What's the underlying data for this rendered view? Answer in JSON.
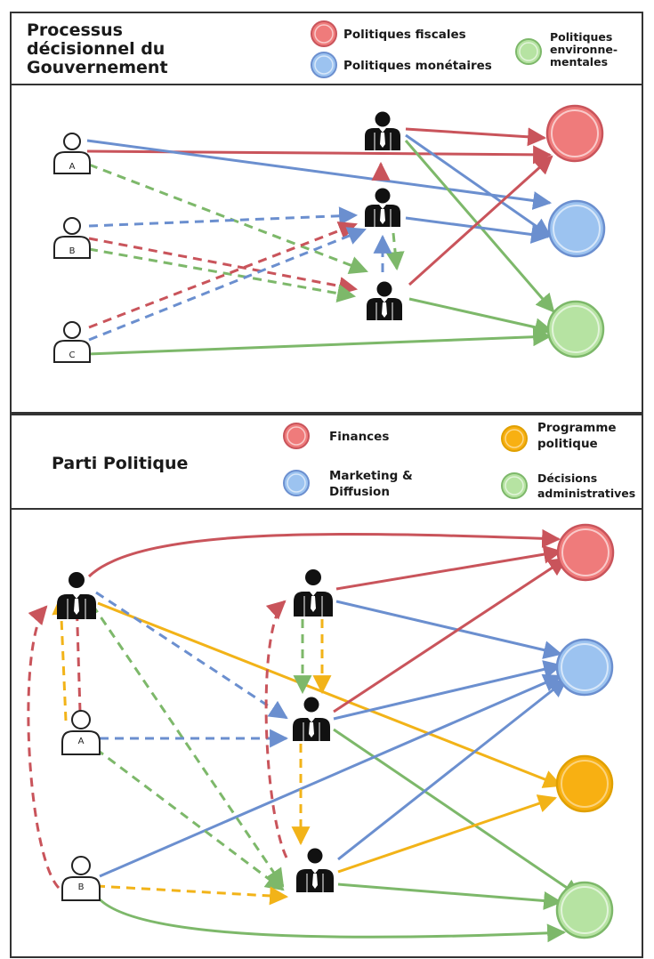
{
  "colors": {
    "red": "#c9545b",
    "blue": "#6b8fcf",
    "green": "#7db86a",
    "orange": "#f2b318",
    "red_fill": "#ef7b7b",
    "blue_fill": "#9cc3f0",
    "green_fill": "#b6e3a2",
    "orange_fill": "#f8b012"
  },
  "government": {
    "title_lines": [
      "Processus",
      "décisionnel du",
      "Gouvernement"
    ],
    "legend": {
      "fiscal": [
        "Politiques fiscales"
      ],
      "monetary": [
        "Politiques monétaires"
      ],
      "environmental": [
        "Politiques",
        "environne-",
        "mentales"
      ]
    },
    "citizens": [
      "A",
      "B",
      "C"
    ]
  },
  "party": {
    "title": "Parti Politique",
    "legend": {
      "finances": [
        "Finances"
      ],
      "marketing": [
        "Marketing &",
        "Diffusion"
      ],
      "programme": [
        "Programme",
        "politique"
      ],
      "admin": [
        "Décisions",
        "administratives"
      ]
    },
    "members": [
      "A",
      "B"
    ]
  }
}
